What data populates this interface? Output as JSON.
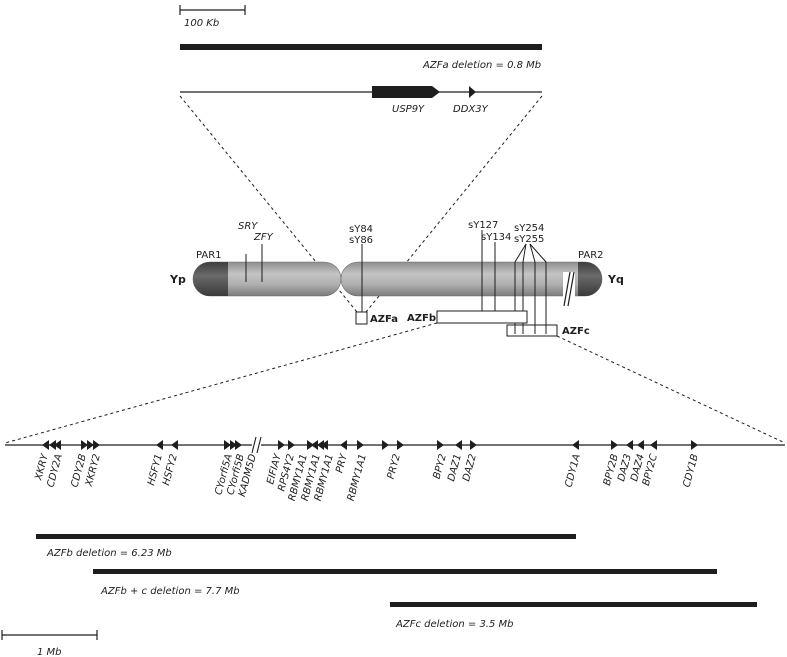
{
  "scale_top": {
    "label": "100 Kb"
  },
  "azfa_detail": {
    "deletion_label": "AZFa deletion = 0.8 Mb",
    "genes": [
      {
        "name": "USP9Y"
      },
      {
        "name": "DDX3Y"
      }
    ]
  },
  "chromosome": {
    "p_arm_label": "Yp",
    "q_arm_label": "Yq",
    "par1_label": "PAR1",
    "par2_label": "PAR2",
    "gene_markers": [
      "SRY",
      "ZFY"
    ],
    "sts_markers": [
      {
        "lines": [
          "sY84",
          "sY86"
        ]
      },
      {
        "lines": [
          "sY127",
          "sY134"
        ]
      },
      {
        "lines": [
          "sY254",
          "sY255"
        ]
      }
    ],
    "regions": [
      {
        "label": "AZFa"
      },
      {
        "label": "AZFb"
      },
      {
        "label": "AZFc"
      }
    ]
  },
  "gene_map": {
    "genes": [
      {
        "name": "XKRY"
      },
      {
        "name": "CDY2A"
      },
      {
        "name": "CDY2B"
      },
      {
        "name": "XKRY2"
      },
      {
        "name": "HSFY1"
      },
      {
        "name": "HSFY2"
      },
      {
        "name": "CYorfi5A"
      },
      {
        "name": "CYorfi5B"
      },
      {
        "name": "KADM5D"
      },
      {
        "name": "EIFIAY"
      },
      {
        "name": "RPS4Y2"
      },
      {
        "name": "RBMY1A1"
      },
      {
        "name": "RBMY1A1"
      },
      {
        "name": "RBMY1A1"
      },
      {
        "name": "PRY"
      },
      {
        "name": "RBMY1A1"
      },
      {
        "name": "PRY2"
      },
      {
        "name": "BPY2"
      },
      {
        "name": "DAZ1"
      },
      {
        "name": "DAZ2"
      },
      {
        "name": "CDY1A"
      },
      {
        "name": "BPY2B"
      },
      {
        "name": "DAZ3"
      },
      {
        "name": "DAZ4"
      },
      {
        "name": "BPY2C"
      },
      {
        "name": "CDY1B"
      }
    ]
  },
  "deletions": [
    {
      "label": "AZFb deletion = 6.23 Mb"
    },
    {
      "label": "AZFb + c deletion = 7.7 Mb"
    },
    {
      "label": "AZFc deletion = 3.5 Mb"
    }
  ],
  "scale_bottom": {
    "label": "1 Mb"
  },
  "colors": {
    "chromosome_fill": "#a8a8a8",
    "chromosome_highlight": "#c8c8c8",
    "par_fill": "#555555",
    "ink": "#1e1e1e"
  }
}
